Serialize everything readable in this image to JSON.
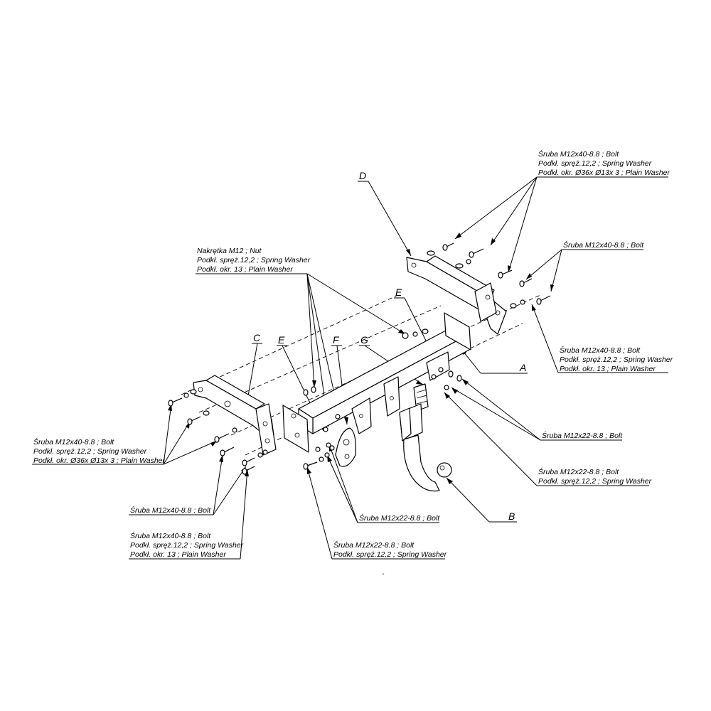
{
  "callouts": {
    "top_right": [
      "Śruba M12x40-8.8 ;  Bolt",
      "Podkł. spręż.12,2 ; Spring Washer",
      "Podkł. okr.  Ø36x Ø13x 3 ; Plain Washer"
    ],
    "right_bolt": [
      "Śruba M12x40-8.8 ;  Bolt"
    ],
    "right_mid": [
      "Śruba M12x40-8.8 ;  Bolt",
      "Podkł. spręż.12,2 ; Spring Washer",
      "Podkł. okr. 13 ; Plain Washer"
    ],
    "nut_group": [
      "Nakrętka  M12 ; Nut",
      "Podkł. spręż.12,2 ; Spring Washer",
      "Podkł. okr. 13 ; Plain Washer"
    ],
    "left_group": [
      "Śruba M12x40-8.8 ;  Bolt",
      "Podkł. spręż.12,2 ; Spring Washer",
      "Podkł. okr.  Ø36x Ø13x 3 ; Plain Washer"
    ],
    "left_bolt": [
      "Śruba M12x40-8.8 ;  Bolt"
    ],
    "left_bottom": [
      "Śruba M12x40-8.8 ;  Bolt",
      "Podkł. spręż.12,2 ; Spring Washer",
      "Podkł. okr. 13 ; Plain Washer"
    ],
    "mid_bolt": [
      "Śruba M12x22-8.8 ;  Bolt"
    ],
    "mid_bottom": [
      "Śruba M12x22-8.8 ;  Bolt",
      "Podkł. spręż.12,2 ; Spring Washer"
    ],
    "right_m22": [
      "Śruba M12x22-8.8 ;  Bolt"
    ],
    "right_m22_washer": [
      "Śruba M12x22-8.8 ;  Bolt",
      "Podkł. spręż.12,2 ; Spring Washer"
    ]
  },
  "letters": {
    "a": "A",
    "b": "B",
    "c": "C",
    "d": "D",
    "e1": "E",
    "e2": "E",
    "f": "F",
    "g": "G"
  },
  "footer_mark": "-"
}
